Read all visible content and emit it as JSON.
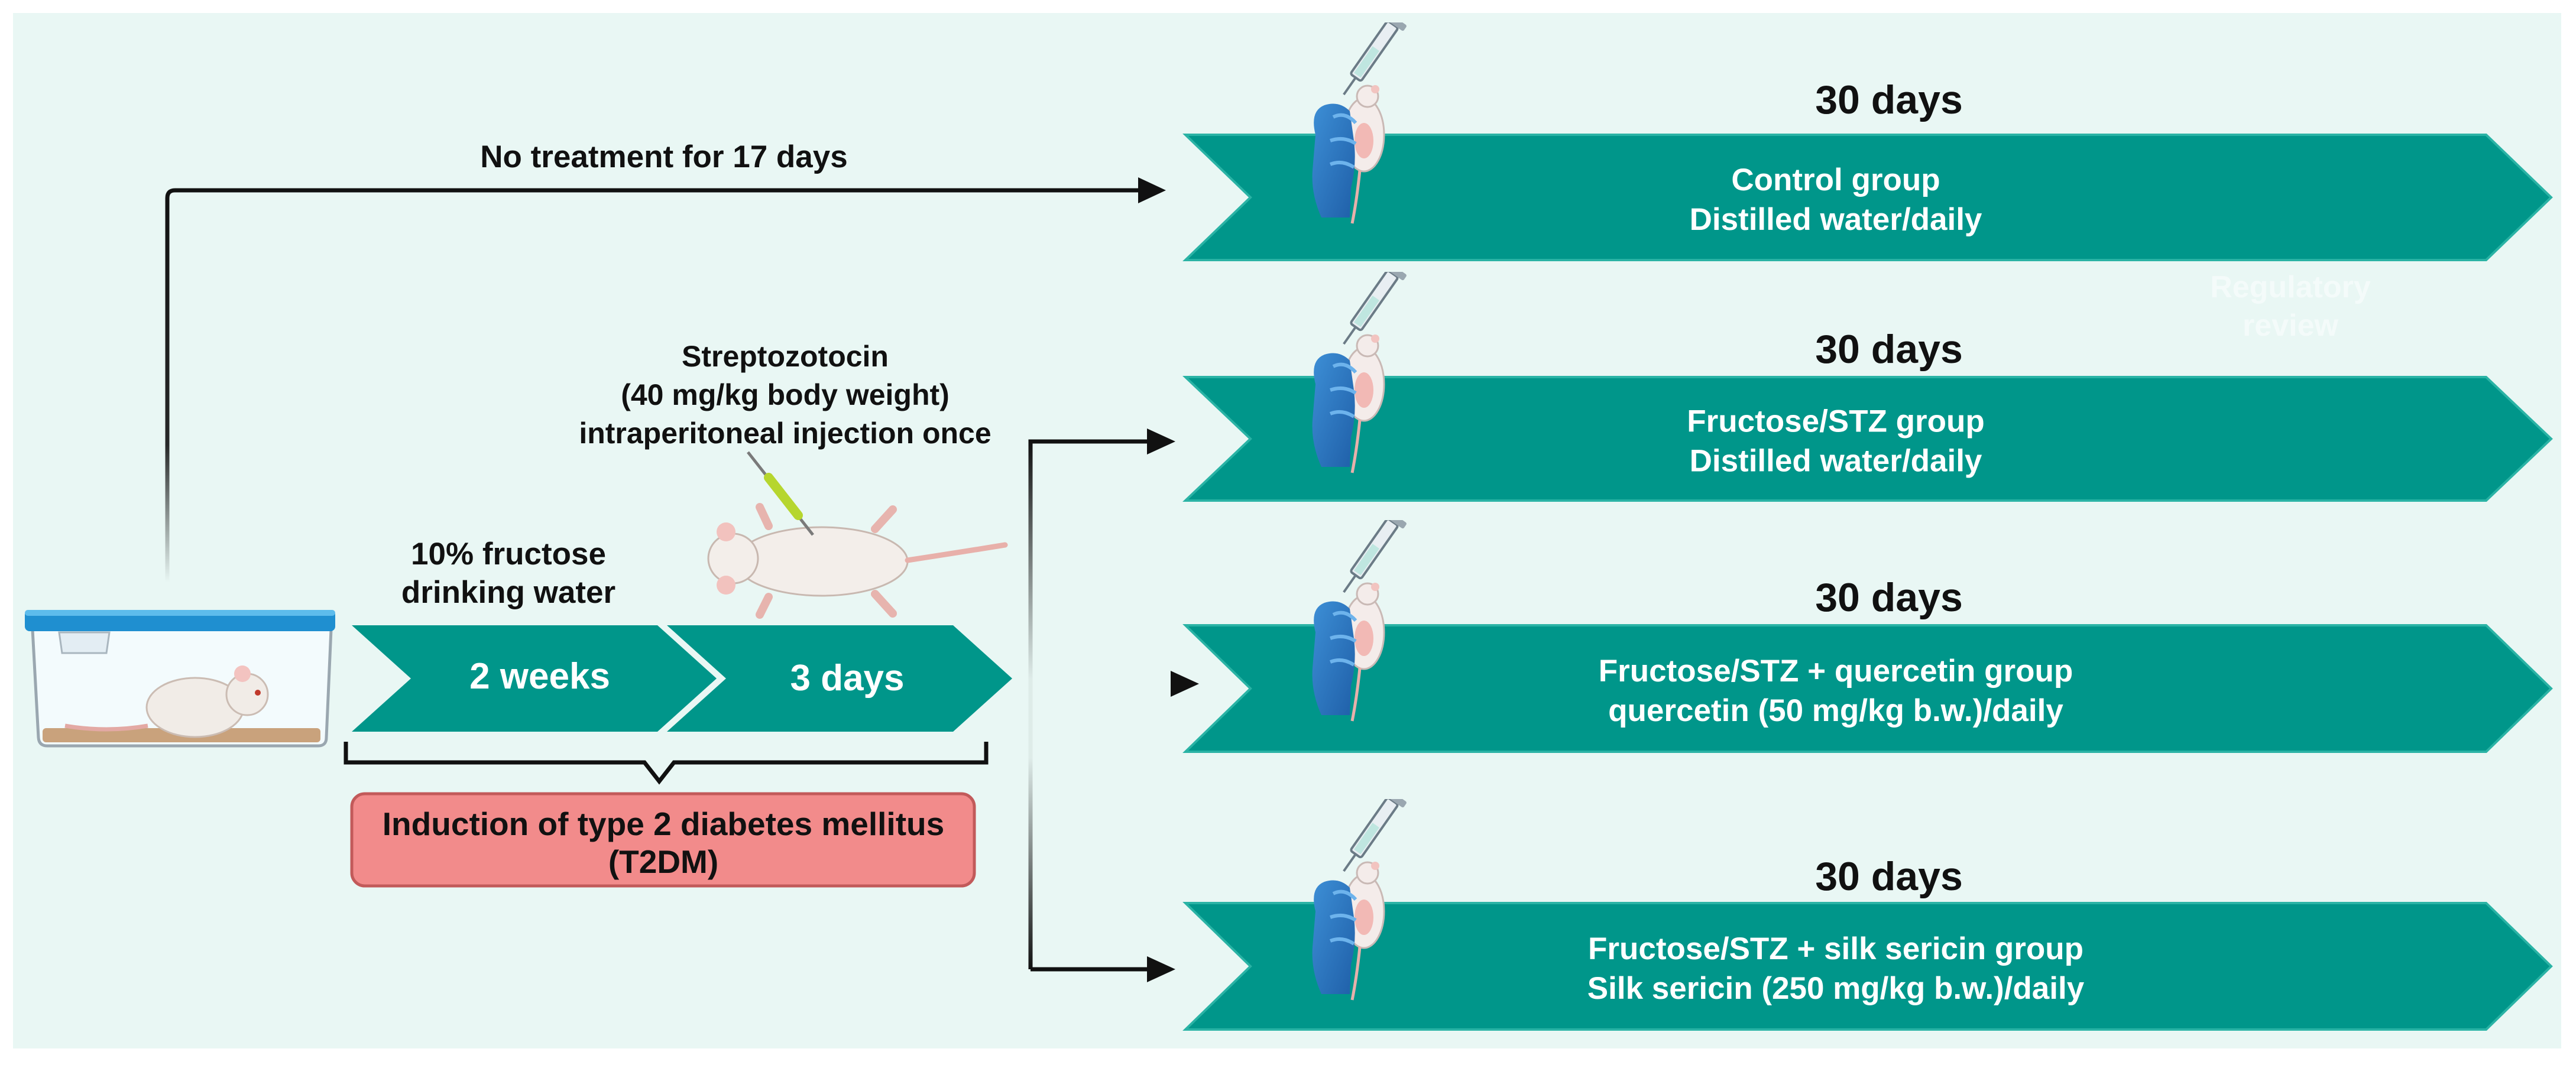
{
  "colors": {
    "background": "#e9f7f4",
    "arrow_fill": "#00968a",
    "arrow_edge": "#2ab3a5",
    "induction_box": "#f28b8b",
    "induction_border": "#c25a5a",
    "line": "#111111"
  },
  "icons": [
    "rat-cage-icon",
    "rat-injection-icon",
    "gloved-hand-syringe-icon"
  ],
  "top_path": {
    "label": "No treatment for 17 days"
  },
  "induction": {
    "fructose_label_1": "10% fructose",
    "fructose_label_2": "drinking water",
    "stz_label_1": "Streptozotocin",
    "stz_label_2": "(40 mg/kg body weight)",
    "stz_label_3": "intraperitoneal injection once",
    "step1": "2 weeks",
    "step2": "3 days",
    "box_line_1": "Induction of type 2 diabetes mellitus",
    "box_line_2": "(T2DM)"
  },
  "watermark": {
    "line1": "Regulatory",
    "line2": "review"
  },
  "groups": [
    {
      "duration": "30 days",
      "line1": "Control group",
      "line2": "Distilled water/daily"
    },
    {
      "duration": "30 days",
      "line1": "Fructose/STZ group",
      "line2": "Distilled water/daily"
    },
    {
      "duration": "30 days",
      "line1": "Fructose/STZ + quercetin group",
      "line2": "quercetin (50 mg/kg b.w.)/daily"
    },
    {
      "duration": "30 days",
      "line1": "Fructose/STZ + silk sericin group",
      "line2": "Silk sericin (250 mg/kg b.w.)/daily"
    }
  ]
}
